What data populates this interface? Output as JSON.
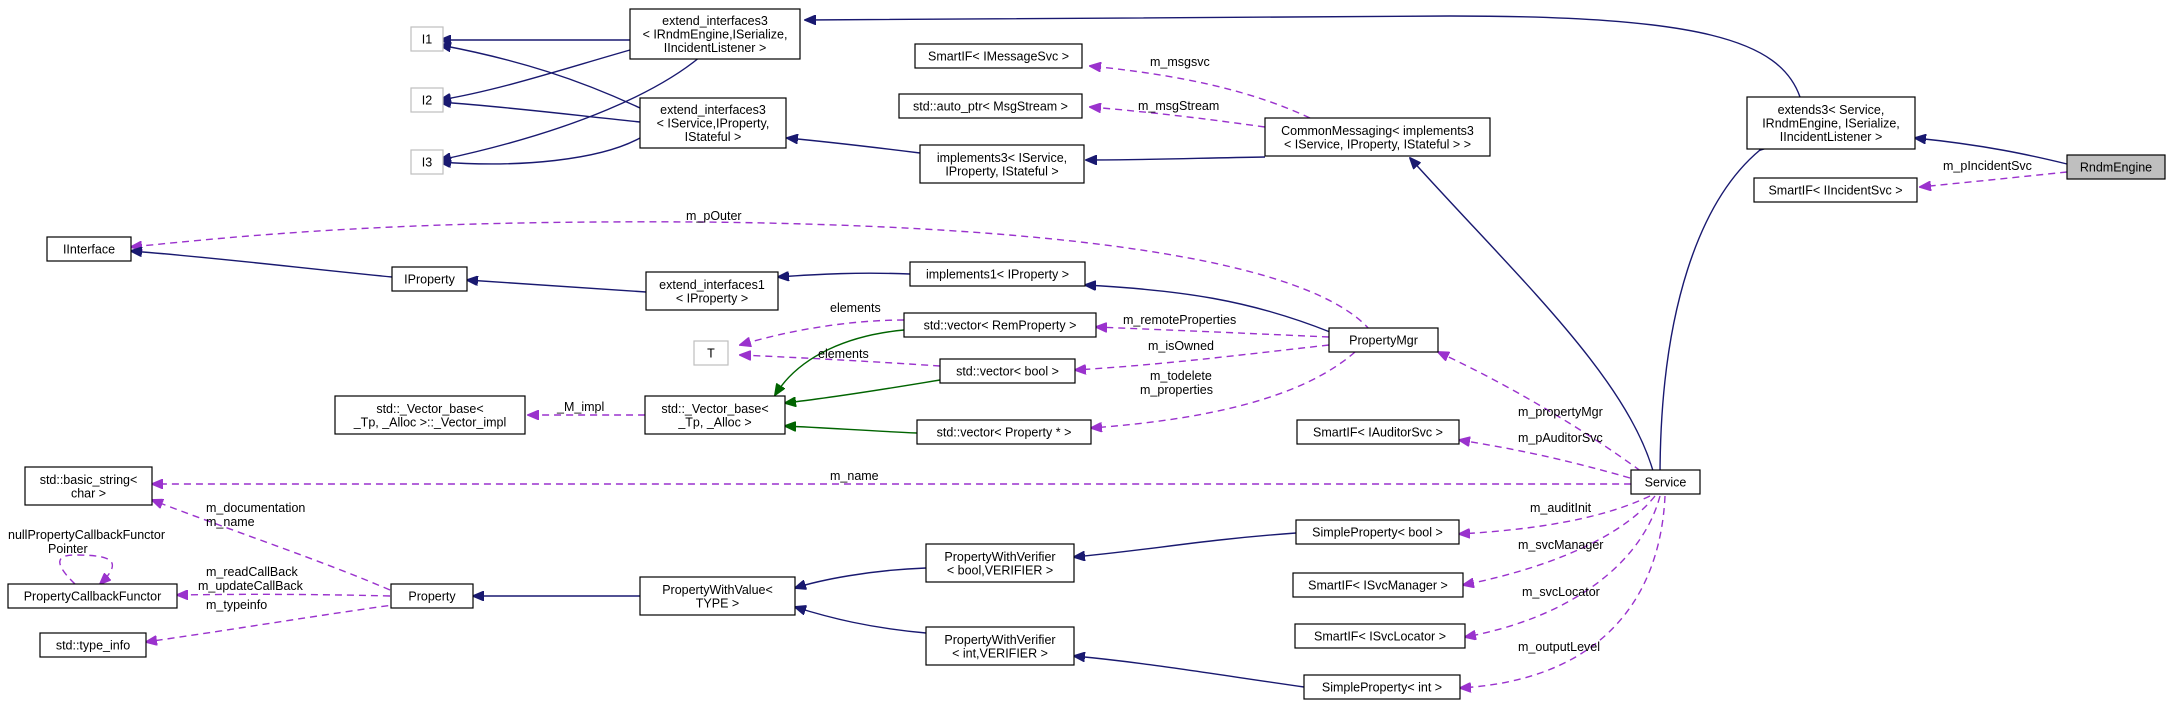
{
  "nodes": {
    "I1": [
      "I1"
    ],
    "I2": [
      "I2"
    ],
    "I3": [
      "I3"
    ],
    "T": [
      "T"
    ],
    "ext_if3_rndm": [
      "extend_interfaces3",
      "< IRndmEngine,ISerialize,",
      "IIncidentListener >"
    ],
    "ext_if3_svc": [
      "extend_interfaces3",
      "< IService,IProperty,",
      "IStateful >"
    ],
    "smartif_msgsvc": [
      "SmartIF< IMessageSvc >"
    ],
    "autoptr_msgstream": [
      "std::auto_ptr< MsgStream >"
    ],
    "common_messaging": [
      "CommonMessaging< implements3",
      "< IService, IProperty, IStateful > >"
    ],
    "implements3": [
      "implements3< IService,",
      "IProperty, IStateful >"
    ],
    "extends3": [
      "extends3< Service,",
      "IRndmEngine, ISerialize,",
      "IIncidentListener >"
    ],
    "rndm_engine": [
      "RndmEngine"
    ],
    "smartif_incident": [
      "SmartIF< IIncidentSvc >"
    ],
    "iinterface": [
      "IInterface"
    ],
    "iproperty": [
      "IProperty"
    ],
    "ext_if1": [
      "extend_interfaces1",
      "< IProperty >"
    ],
    "implements1": [
      "implements1< IProperty >"
    ],
    "vec_remprop": [
      "std::vector< RemProperty >"
    ],
    "property_mgr": [
      "PropertyMgr"
    ],
    "vec_bool": [
      "std::vector< bool >"
    ],
    "vec_base_impl": [
      "std::_Vector_base<",
      "_Tp, _Alloc >::_Vector_impl"
    ],
    "vec_base": [
      "std::_Vector_base<",
      "_Tp, _Alloc >"
    ],
    "vec_propptr": [
      "std::vector< Property * >"
    ],
    "smartif_auditor": [
      "SmartIF< IAuditorSvc >"
    ],
    "basic_string": [
      "std::basic_string<",
      "char >"
    ],
    "service": [
      "Service"
    ],
    "simple_prop_bool": [
      "SimpleProperty< bool >"
    ],
    "prop_cb_functor": [
      "PropertyCallbackFunctor"
    ],
    "property": [
      "Property"
    ],
    "prop_with_value": [
      "PropertyWithValue<",
      "TYPE >"
    ],
    "pwv_bool": [
      "PropertyWithVerifier",
      "< bool,VERIFIER >"
    ],
    "smartif_svcmgr": [
      "SmartIF< ISvcManager >"
    ],
    "type_info": [
      "std::type_info"
    ],
    "smartif_svcloc": [
      "SmartIF< ISvcLocator >"
    ],
    "pwv_int": [
      "PropertyWithVerifier",
      "< int,VERIFIER >"
    ],
    "simple_prop_int": [
      "SimpleProperty< int >"
    ]
  },
  "edge_labels": {
    "m_msgsvc": "m_msgsvc",
    "m_msgStream": "m_msgStream",
    "m_pIncidentSvc": "m_pIncidentSvc",
    "m_pOuter": "m_pOuter",
    "elements_remprop": "elements",
    "m_remoteProperties": "m_remoteProperties",
    "elements_bool": "elements",
    "m_isOwned": "m_isOwned",
    "M_impl": "_M_impl",
    "m_todelete": "m_todelete",
    "m_properties": "m_properties",
    "m_propertyMgr": "m_propertyMgr",
    "m_pAuditorSvc": "m_pAuditorSvc",
    "m_name_service": "m_name",
    "m_documentation": "m_documentation",
    "m_name_property": "m_name",
    "null_functor_1": "nullPropertyCallbackFunctor",
    "null_functor_2": "Pointer",
    "m_readCallBack": "m_readCallBack",
    "m_updateCallBack": "m_updateCallBack",
    "m_typeinfo": "m_typeinfo",
    "m_auditInit": "m_auditInit",
    "m_svcManager": "m_svcManager",
    "m_svcLocator": "m_svcLocator",
    "m_outputLevel": "m_outputLevel"
  },
  "colors": {
    "public_inheritance": "#191970",
    "private_inheritance": "#006400",
    "usage": "#9a32cd",
    "template_border": "#bfbfbf",
    "focus_fill": "#bfbfbf"
  }
}
